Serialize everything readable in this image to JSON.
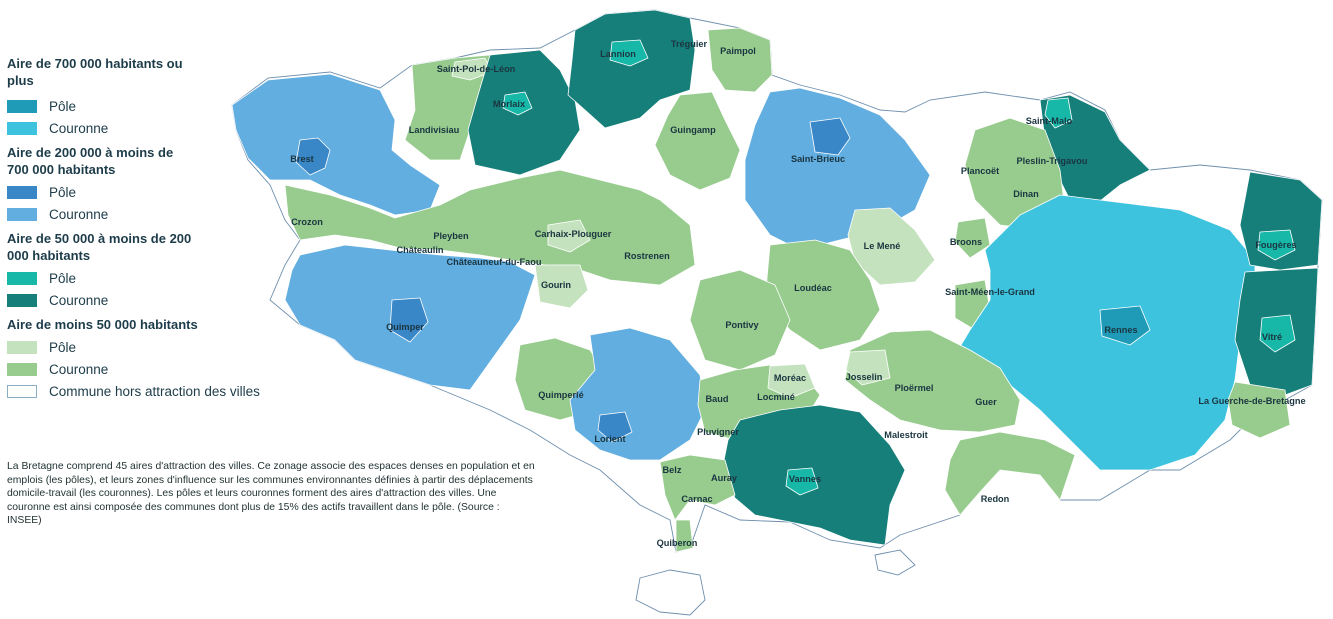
{
  "legend": {
    "groups": [
      {
        "title": "Aire de 700 000 habitants ou plus",
        "pole": "Pôle",
        "couronne": "Couronne"
      },
      {
        "title": "Aire de 200 000 à moins de 700 000 habitants",
        "pole": "Pôle",
        "couronne": "Couronne"
      },
      {
        "title": "Aire de 50 000 à moins de 200 000 habitants",
        "pole": "Pôle",
        "couronne": "Couronne"
      },
      {
        "title": "Aire de moins 50 000 habitants",
        "pole": "Pôle",
        "couronne": "Couronne"
      }
    ],
    "hors": "Commune hors attraction des villes"
  },
  "colors": {
    "g1_pole": "#1f9bb8",
    "g1_couronne": "#3ec3df",
    "g2_pole": "#3a87c8",
    "g2_couronne": "#62aee0",
    "g3_pole": "#18b8a8",
    "g3_couronne": "#177f7a",
    "g4_pole": "#c4e2bd",
    "g4_couronne": "#98cc8e",
    "hors": "#ffffff",
    "outline": "#6f8fae"
  },
  "note": "La Bretagne comprend 45 aires d'attraction des villes. Ce zonage associe des espaces denses en population et en emplois (les pôles), et leurs zones d'influence sur les communes environnantes définies à partir des déplacements domicile-travail (les couronnes). Les pôles et leurs couronnes forment des aires d'attraction des villes. Une couronne est ainsi composée des communes dont plus de 15% des actifs travaillent dans le pôle. (Source : INSEE)",
  "cities": {
    "lannion": "Lannion",
    "treguier": "Tréguier",
    "paimpol": "Paimpol",
    "saint_pol": "Saint-Pol-de-Léon",
    "morlaix": "Morlaix",
    "landivisiau": "Landivisiau",
    "brest": "Brest",
    "guingamp": "Guingamp",
    "saint_brieuc": "Saint-Brieuc",
    "saint_malo": "Saint-Malo",
    "pleslin": "Pleslin-Trigavou",
    "plancoet": "Plancoët",
    "dinan": "Dinan",
    "crozon": "Crozon",
    "pleyben": "Pleyben",
    "carhaix": "Carhaix-Plouguer",
    "chateaulin": "Châteaulin",
    "chateauneuf": "Châteauneuf-du-Faou",
    "rostrenen": "Rostrenen",
    "le_mene": "Le Mené",
    "broons": "Broons",
    "fougeres": "Fougères",
    "gourin": "Gourin",
    "loudeac": "Loudéac",
    "saint_meen": "Saint-Méen-le-Grand",
    "quimper": "Quimper",
    "pontivy": "Pontivy",
    "rennes": "Rennes",
    "vitre": "Vitré",
    "moreac": "Moréac",
    "josselin": "Josselin",
    "quimperle": "Quimperlé",
    "baud": "Baud",
    "locmine": "Locminé",
    "ploermel": "Ploërmel",
    "guer": "Guer",
    "la_guerche": "La Guerche-de-Bretagne",
    "lorient": "Lorient",
    "pluvigner": "Pluvigner",
    "malestroit": "Malestroit",
    "belz": "Belz",
    "auray": "Auray",
    "vannes": "Vannes",
    "carnac": "Carnac",
    "redon": "Redon",
    "quiberon": "Quiberon"
  }
}
